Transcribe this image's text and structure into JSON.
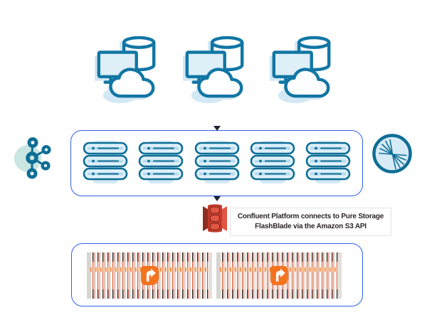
{
  "caption": {
    "line1": "Confluent Platform connects to Pure Storage",
    "line2": "FlashBlade via the Amazon S3 API"
  },
  "producers": {
    "count": 3,
    "icon": "compute-database-cloud-icon"
  },
  "brokers": {
    "count": 5,
    "icon": "server-stack-icon"
  },
  "flashblade": {
    "chassis_count": 2,
    "icon": "flashblade-chassis-photo",
    "logo": "pure-storage-logo-icon"
  },
  "icons": {
    "left": "kafka-logo-icon",
    "right": "confluent-logo-icon",
    "connector": "amazon-s3-bucket-icon"
  },
  "colors": {
    "icon_teal": "#1176A4",
    "icon_fill": "#DEEFF8",
    "icon_fill_soft": "#D2E8F4",
    "node_teal": "#0E6E96",
    "container_border": "#2F62E9",
    "kafka_bg": "#C9E6E2",
    "s3_red": "#C03A2B",
    "s3_red_dark": "#8C2F22",
    "s3_red_light": "#E25544",
    "pure_orange": "#F4731F",
    "blade_red": "#C2402C",
    "caption_text": "#2B2627",
    "arrow_dark": "#1B2430"
  }
}
